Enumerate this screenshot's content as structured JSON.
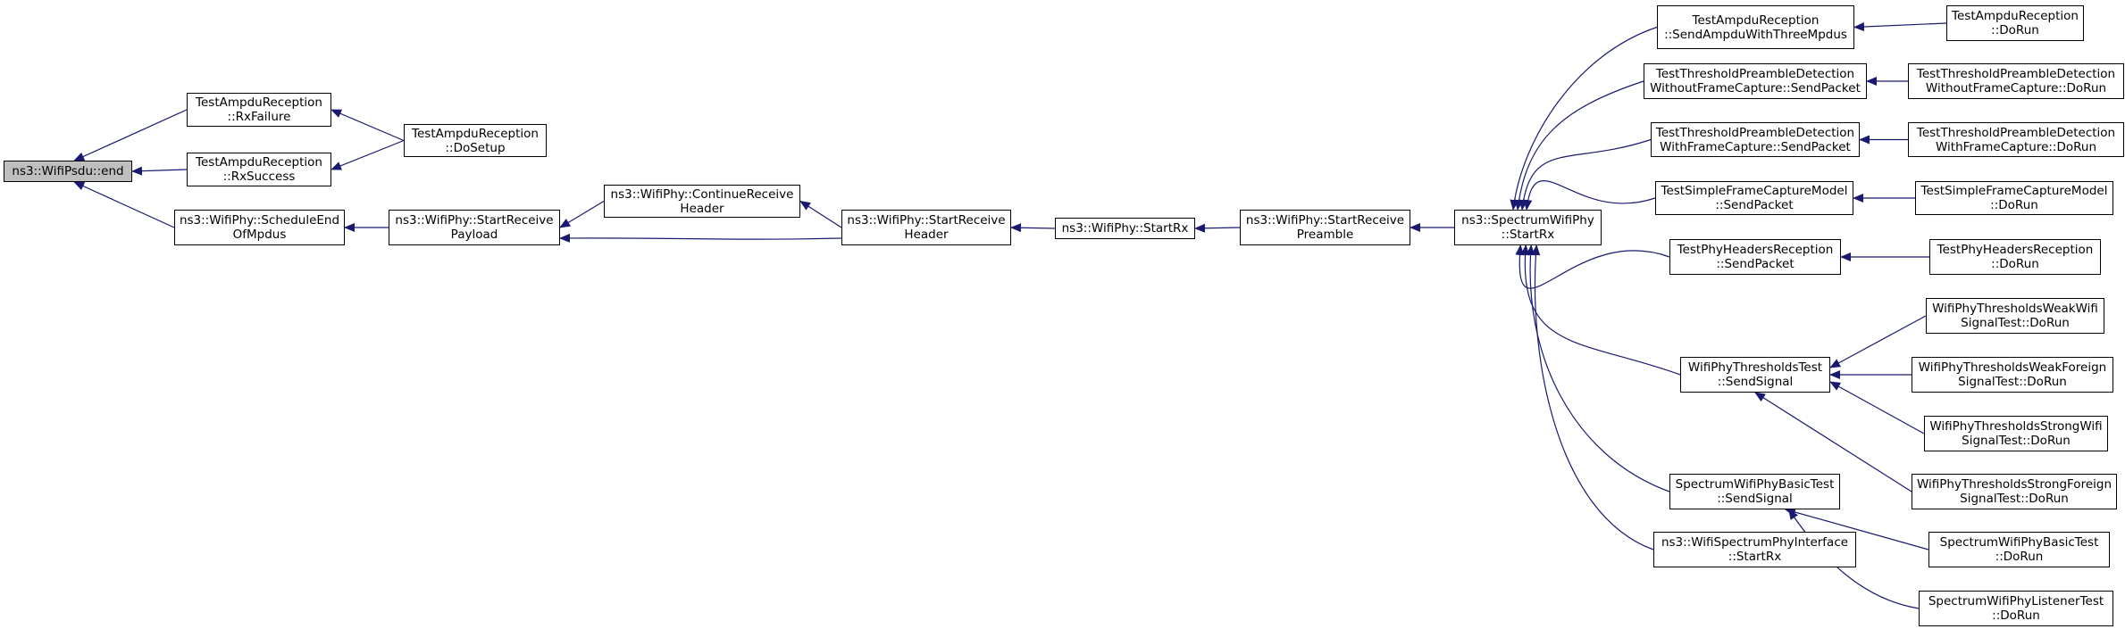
{
  "colors": {
    "edge": "#191970",
    "node_border": "#000000",
    "node_fill": "#ffffff",
    "root_fill": "#bfbfbf"
  },
  "nodes": [
    {
      "id": "root",
      "lines": [
        "ns3::WifiPsdu::end"
      ],
      "root": true
    },
    {
      "id": "n_rxfailure",
      "lines": [
        "TestAmpduReception",
        "::RxFailure"
      ]
    },
    {
      "id": "n_rxsuccess",
      "lines": [
        "TestAmpduReception",
        "::RxSuccess"
      ]
    },
    {
      "id": "n_schedend",
      "lines": [
        "ns3::WifiPhy::ScheduleEnd",
        "OfMpdus"
      ]
    },
    {
      "id": "n_dosetup",
      "lines": [
        "TestAmpduReception",
        "::DoSetup"
      ]
    },
    {
      "id": "n_startrecvpayload",
      "lines": [
        "ns3::WifiPhy::StartReceive",
        "Payload"
      ]
    },
    {
      "id": "n_contrecvheader",
      "lines": [
        "ns3::WifiPhy::ContinueReceive",
        "Header"
      ]
    },
    {
      "id": "n_startrecvheader",
      "lines": [
        "ns3::WifiPhy::StartReceive",
        "Header"
      ]
    },
    {
      "id": "n_startrx",
      "lines": [
        "ns3::WifiPhy::StartRx"
      ]
    },
    {
      "id": "n_startrecvpreamble",
      "lines": [
        "ns3::WifiPhy::StartReceive",
        "Preamble"
      ]
    },
    {
      "id": "n_specstartrx",
      "lines": [
        "ns3::SpectrumWifiPhy",
        "::StartRx"
      ]
    },
    {
      "id": "n_sendampdu3",
      "lines": [
        "TestAmpduReception",
        "::SendAmpduWithThreeMpdus"
      ]
    },
    {
      "id": "n_tpd_wo_send",
      "lines": [
        "TestThresholdPreambleDetection",
        "WithoutFrameCapture::SendPacket"
      ]
    },
    {
      "id": "n_tpd_w_send",
      "lines": [
        "TestThresholdPreambleDetection",
        "WithFrameCapture::SendPacket"
      ]
    },
    {
      "id": "n_tsfcm_send",
      "lines": [
        "TestSimpleFrameCaptureModel",
        "::SendPacket"
      ]
    },
    {
      "id": "n_tphr_send",
      "lines": [
        "TestPhyHeadersReception",
        "::SendPacket"
      ]
    },
    {
      "id": "n_wpt_send",
      "lines": [
        "WifiPhyThresholdsTest",
        "::SendSignal"
      ]
    },
    {
      "id": "n_swpbt_send",
      "lines": [
        "SpectrumWifiPhyBasicTest",
        "::SendSignal"
      ]
    },
    {
      "id": "n_wspi_startrx",
      "lines": [
        "ns3::WifiSpectrumPhyInterface",
        "::StartRx"
      ]
    },
    {
      "id": "n_tar_dorun",
      "lines": [
        "TestAmpduReception",
        "::DoRun"
      ]
    },
    {
      "id": "n_tpd_wo_dorun",
      "lines": [
        "TestThresholdPreambleDetection",
        "WithoutFrameCapture::DoRun"
      ]
    },
    {
      "id": "n_tpd_w_dorun",
      "lines": [
        "TestThresholdPreambleDetection",
        "WithFrameCapture::DoRun"
      ]
    },
    {
      "id": "n_tsfcm_dorun",
      "lines": [
        "TestSimpleFrameCaptureModel",
        "::DoRun"
      ]
    },
    {
      "id": "n_tphr_dorun",
      "lines": [
        "TestPhyHeadersReception",
        "::DoRun"
      ]
    },
    {
      "id": "n_wpt_weakwifi",
      "lines": [
        "WifiPhyThresholdsWeakWifi",
        "SignalTest::DoRun"
      ]
    },
    {
      "id": "n_wpt_weakforeign",
      "lines": [
        "WifiPhyThresholdsWeakForeign",
        "SignalTest::DoRun"
      ]
    },
    {
      "id": "n_wpt_strongwifi",
      "lines": [
        "WifiPhyThresholdsStrongWifi",
        "SignalTest::DoRun"
      ]
    },
    {
      "id": "n_wpt_strongforeign",
      "lines": [
        "WifiPhyThresholdsStrongForeign",
        "SignalTest::DoRun"
      ]
    },
    {
      "id": "n_swpbt_dorun",
      "lines": [
        "SpectrumWifiPhyBasicTest",
        "::DoRun"
      ]
    },
    {
      "id": "n_swplt_dorun",
      "lines": [
        "SpectrumWifiPhyListenerTest",
        "::DoRun"
      ]
    }
  ],
  "edges": [
    [
      "n_rxfailure",
      "root"
    ],
    [
      "n_rxsuccess",
      "root"
    ],
    [
      "n_schedend",
      "root"
    ],
    [
      "n_dosetup",
      "n_rxfailure"
    ],
    [
      "n_dosetup",
      "n_rxsuccess"
    ],
    [
      "n_startrecvpayload",
      "n_schedend"
    ],
    [
      "n_contrecvheader",
      "n_startrecvpayload"
    ],
    [
      "n_startrecvheader",
      "n_startrecvpayload"
    ],
    [
      "n_startrecvheader",
      "n_contrecvheader"
    ],
    [
      "n_startrx",
      "n_startrecvheader"
    ],
    [
      "n_startrecvpreamble",
      "n_startrx"
    ],
    [
      "n_specstartrx",
      "n_startrecvpreamble"
    ],
    [
      "n_sendampdu3",
      "n_specstartrx"
    ],
    [
      "n_tpd_wo_send",
      "n_specstartrx"
    ],
    [
      "n_tpd_w_send",
      "n_specstartrx"
    ],
    [
      "n_tsfcm_send",
      "n_specstartrx"
    ],
    [
      "n_tphr_send",
      "n_specstartrx"
    ],
    [
      "n_wpt_send",
      "n_specstartrx"
    ],
    [
      "n_swpbt_send",
      "n_specstartrx"
    ],
    [
      "n_wspi_startrx",
      "n_specstartrx"
    ],
    [
      "n_tar_dorun",
      "n_sendampdu3"
    ],
    [
      "n_tpd_wo_dorun",
      "n_tpd_wo_send"
    ],
    [
      "n_tpd_w_dorun",
      "n_tpd_w_send"
    ],
    [
      "n_tsfcm_dorun",
      "n_tsfcm_send"
    ],
    [
      "n_tphr_dorun",
      "n_tphr_send"
    ],
    [
      "n_wpt_weakwifi",
      "n_wpt_send"
    ],
    [
      "n_wpt_weakforeign",
      "n_wpt_send"
    ],
    [
      "n_wpt_strongwifi",
      "n_wpt_send"
    ],
    [
      "n_wpt_strongforeign",
      "n_wpt_send"
    ],
    [
      "n_swpbt_dorun",
      "n_swpbt_send"
    ],
    [
      "n_swplt_dorun",
      "n_swpbt_send"
    ]
  ]
}
